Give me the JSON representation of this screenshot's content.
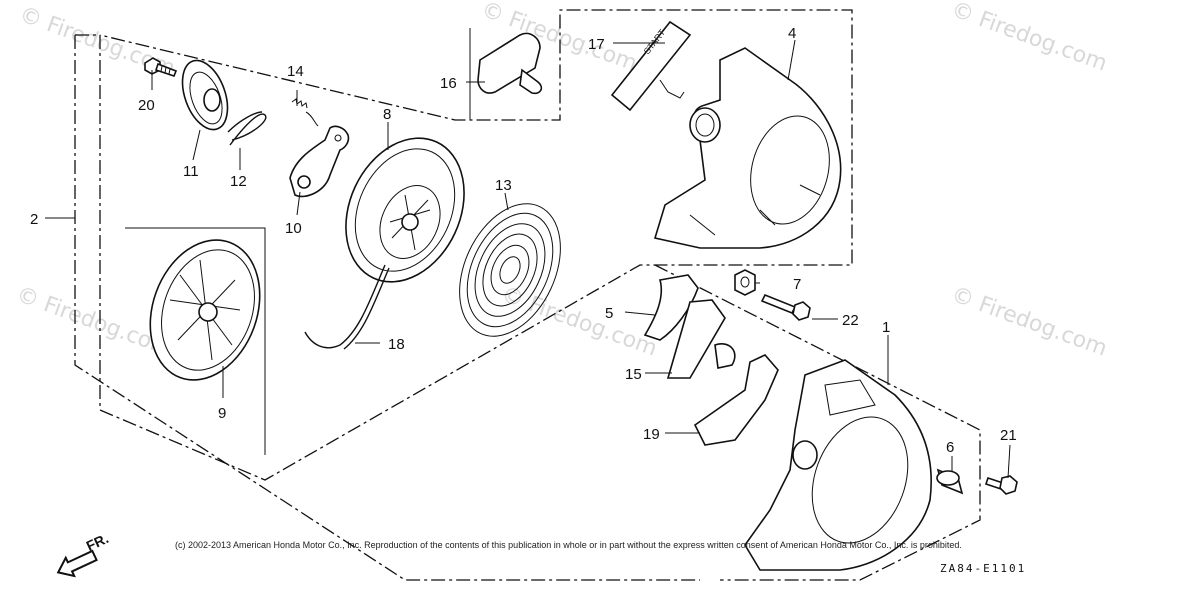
{
  "diagram": {
    "part_labels": [
      "1",
      "2",
      "4",
      "5",
      "6",
      "7",
      "8",
      "9",
      "10",
      "11",
      "12",
      "13",
      "14",
      "15",
      "16",
      "17",
      "18",
      "19",
      "20",
      "21",
      "22"
    ],
    "copyright_note": "(c) 2002-2013 American Honda Motor Co., Inc. Reproduction of the contents of this publication in whole or in part without the express written consent of American Honda Motor Co., Inc. is prohibited.",
    "diagram_code": "ZA84-E1101",
    "direction_label": "FR.",
    "watermark": "© Firedog.com",
    "handle_text": "START"
  },
  "colors": {
    "ink": "#111111",
    "watermark": "#d8d8d8",
    "background": "#ffffff"
  }
}
